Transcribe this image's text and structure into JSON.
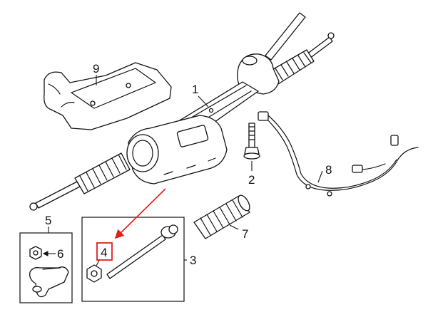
{
  "callouts": {
    "c1": "1",
    "c2": "2",
    "c3": "3",
    "c4": "4",
    "c5": "5",
    "c6": "6",
    "c7": "7",
    "c8": "8",
    "c9": "9"
  },
  "colors": {
    "ink": "#111111",
    "highlight": "#e0201b",
    "background": "#ffffff"
  }
}
